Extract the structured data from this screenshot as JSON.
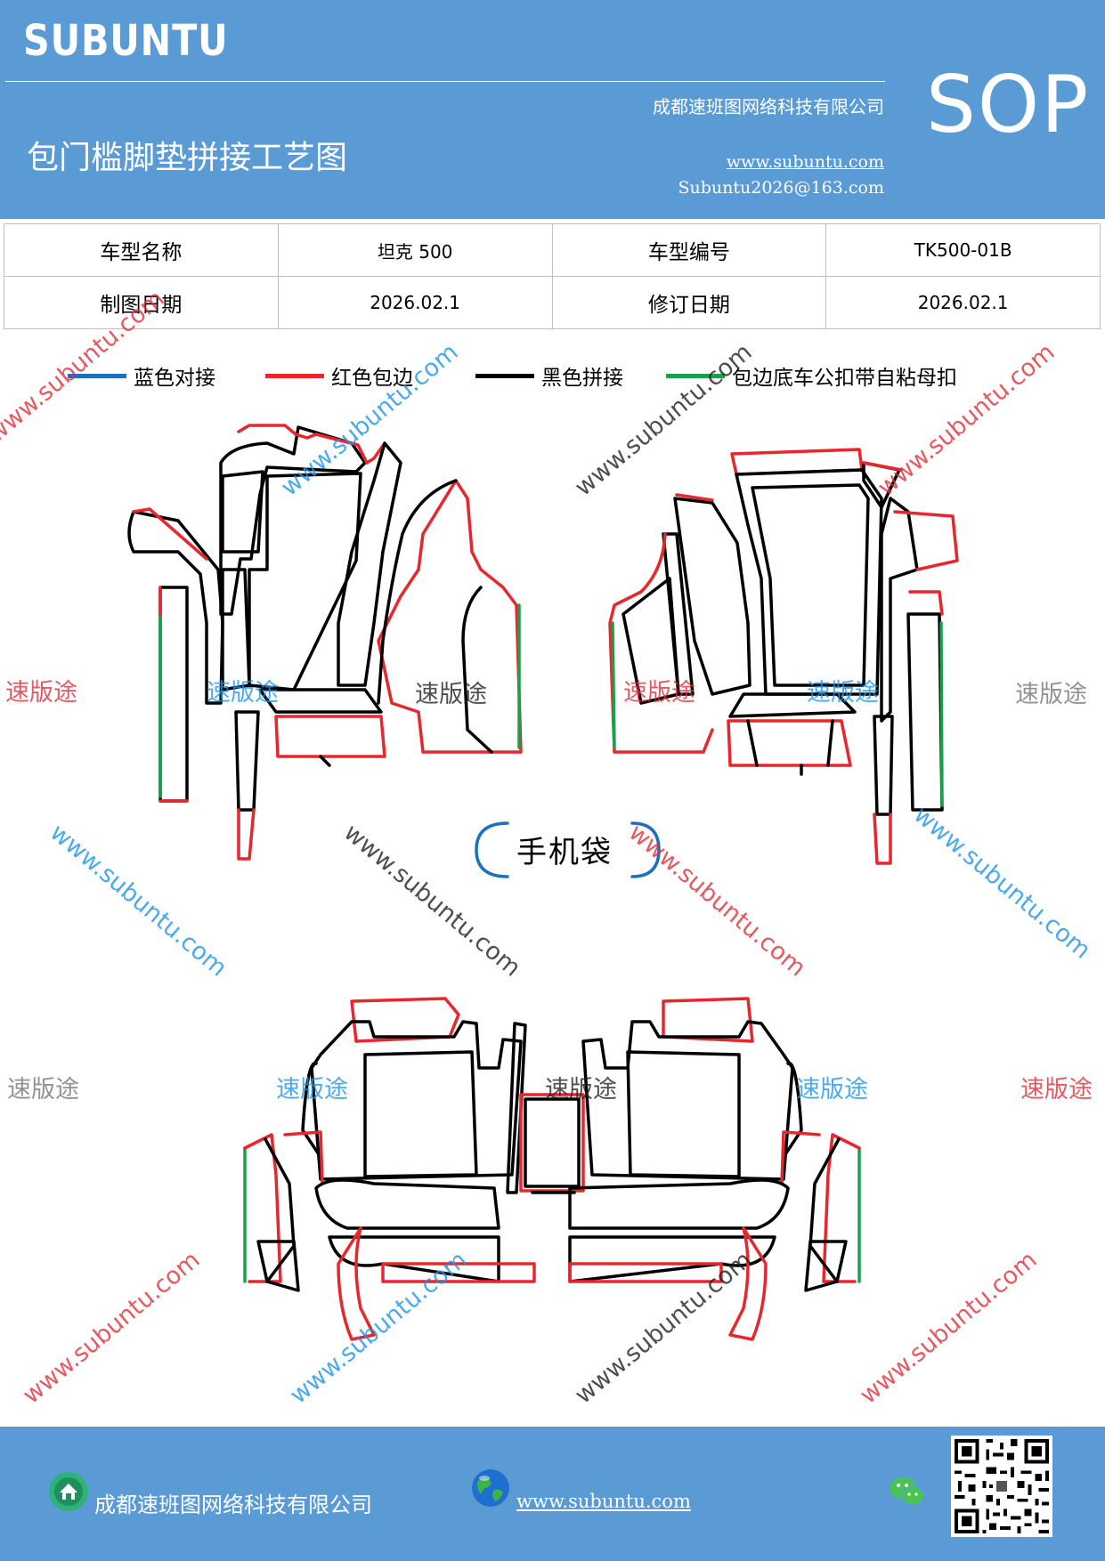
{
  "header": {
    "brand": "SUBUNTU",
    "company": "成都速班图网络科技有限公司",
    "title": "包门槛脚垫拼接工艺图",
    "website": "www.subuntu.com",
    "email": "Subuntu2026@163.com",
    "doc_type": "SOP"
  },
  "info_table": {
    "model_name_label": "车型名称",
    "model_name_value": "坦克 500",
    "model_code_label": "车型编号",
    "model_code_value": "TK500-01B",
    "draw_date_label": "制图日期",
    "draw_date_value": "2026.02.1",
    "revise_date_label": "修订日期",
    "revise_date_value": "2026.02.1"
  },
  "legend": [
    {
      "label": "蓝色对接",
      "color": "#1f6fbf"
    },
    {
      "label": "红色包边",
      "color": "#e8262d"
    },
    {
      "label": "黑色拼接",
      "color": "#000000"
    },
    {
      "label": "包边底车公扣带自粘母扣",
      "color": "#1aa04a"
    }
  ],
  "diagram": {
    "pocket_label": "手机袋",
    "watermark_brand": "速版途",
    "watermark_url": "www.subuntu.com"
  },
  "footer": {
    "company": "成都速班图网络科技有限公司",
    "website": "www.subuntu.com",
    "icons": [
      "home-icon",
      "globe-icon",
      "wechat-icon",
      "qr-code"
    ]
  }
}
